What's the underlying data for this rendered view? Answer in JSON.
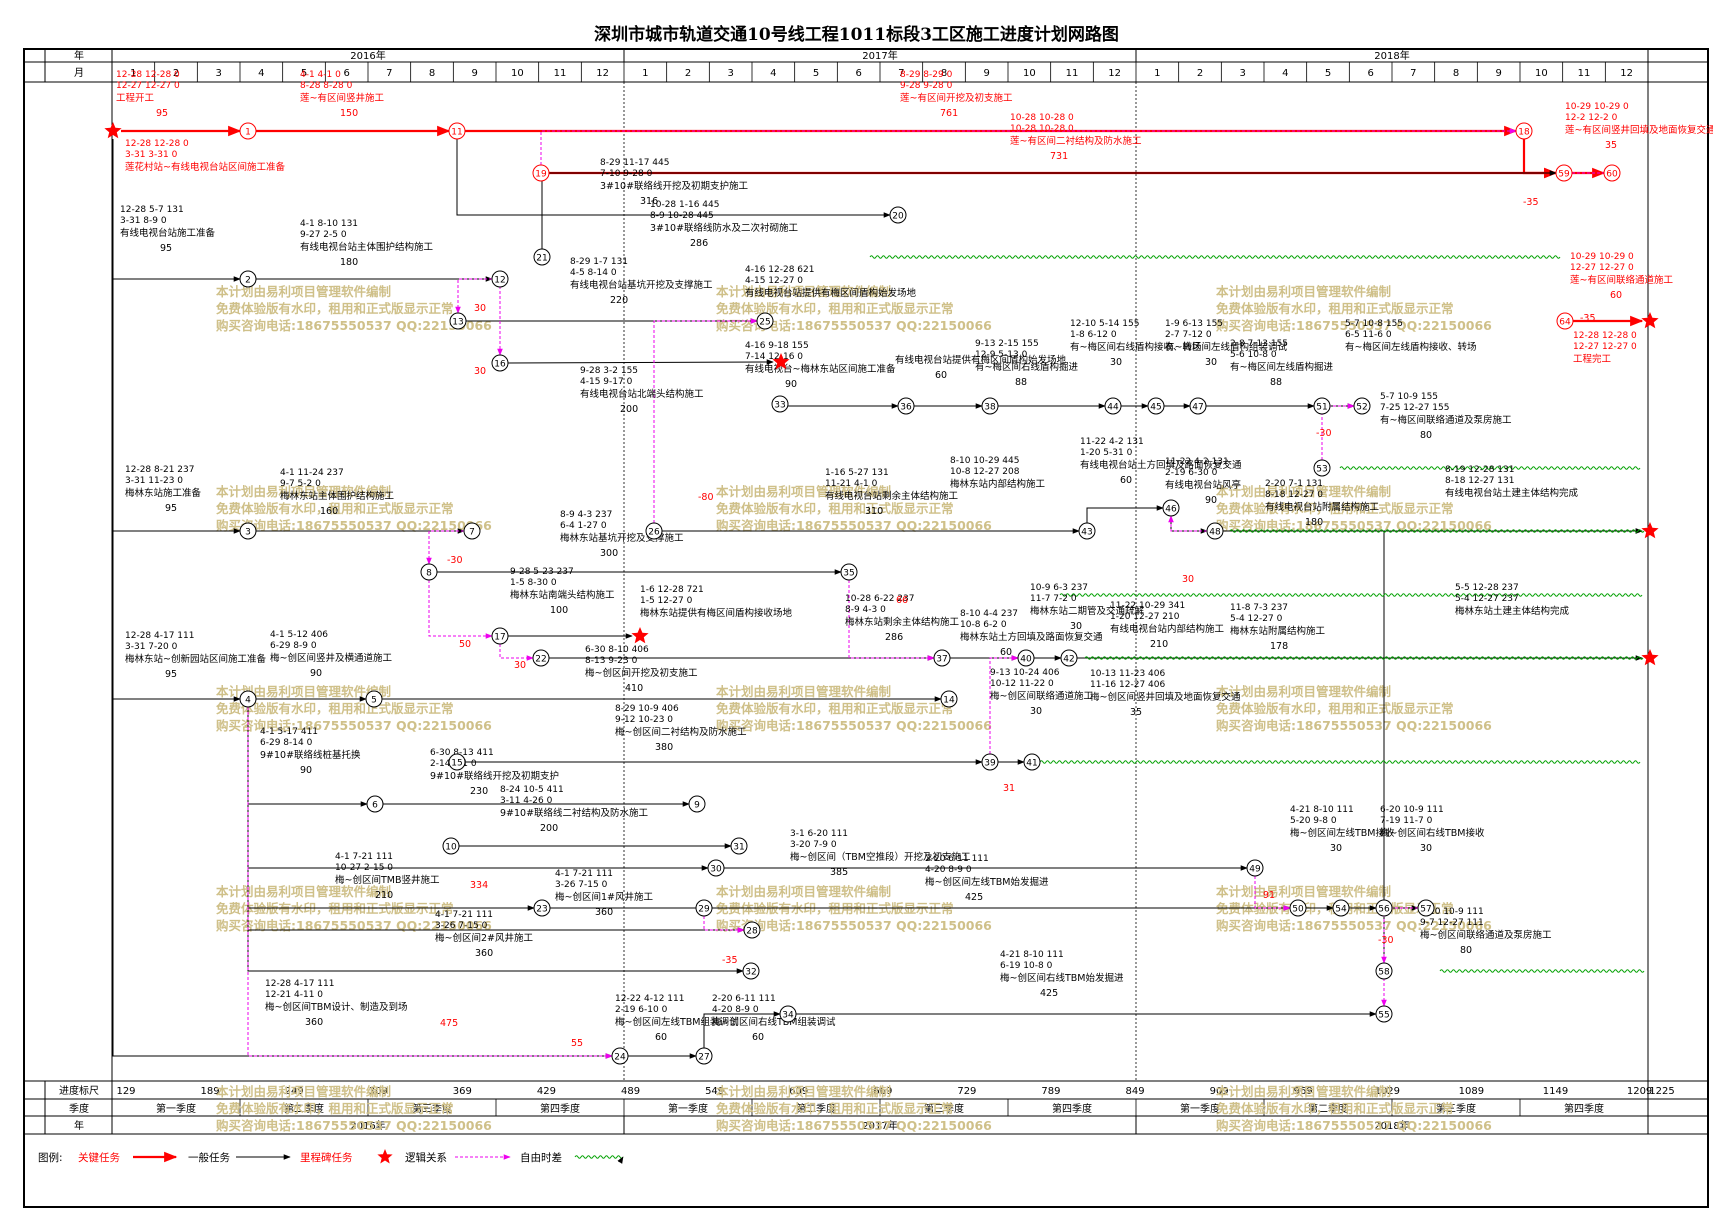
{
  "title": "深圳市城市轨道交通10号线工程1011标段3工区施工进度计划网路图",
  "header": {
    "row_year": "年",
    "row_month": "月",
    "years": [
      "2016年",
      "2017年",
      "2018年"
    ],
    "months": [
      "1",
      "2",
      "3",
      "4",
      "5",
      "6",
      "7",
      "8",
      "9",
      "10",
      "11",
      "12",
      "1",
      "2",
      "3",
      "4",
      "5",
      "6",
      "7",
      "8",
      "9",
      "10",
      "11",
      "12",
      "1",
      "2",
      "3",
      "4",
      "5",
      "6",
      "7",
      "8",
      "9",
      "10",
      "11",
      "12"
    ]
  },
  "footer": {
    "row_scale": "进度标尺",
    "row_quarter": "季度",
    "row_year": "年",
    "scale": [
      "129",
      "189",
      "249",
      "309",
      "369",
      "429",
      "489",
      "549",
      "609",
      "669",
      "729",
      "789",
      "849",
      "909",
      "969",
      "1029",
      "1089",
      "1149",
      "1209",
      "1225"
    ],
    "quarters": [
      "第一季度",
      "第二季度",
      "第三季度",
      "第四季度",
      "第一季度",
      "第二季度",
      "第三季度",
      "第四季度",
      "第一季度",
      "第二季度",
      "第三季度",
      "第四季度"
    ],
    "years": [
      "2016年",
      "2017年",
      "2018年"
    ]
  },
  "watermark": [
    "本计划由易利项目管理软件编制",
    "免费体验版有水印，租用和正式版显示正常",
    "购买咨询电话:18675550537 QQ:22150066"
  ],
  "legend": {
    "label": "图例:",
    "items": [
      "关键任务",
      "一般任务",
      "里程碑任务",
      "逻辑关系",
      "自由时差"
    ]
  },
  "colors": {
    "critical": "#ff0000",
    "normal": "#000000",
    "logic": "#ee00ee",
    "float": "#00a000",
    "watermark": "#cfc089"
  },
  "nodes": [
    {
      "n": "1"
    },
    {
      "n": "2"
    },
    {
      "n": "3"
    },
    {
      "n": "4"
    },
    {
      "n": "5"
    },
    {
      "n": "6"
    },
    {
      "n": "7"
    },
    {
      "n": "8"
    },
    {
      "n": "9"
    },
    {
      "n": "10"
    },
    {
      "n": "11"
    },
    {
      "n": "12"
    },
    {
      "n": "13"
    },
    {
      "n": "14"
    },
    {
      "n": "15"
    },
    {
      "n": "16"
    },
    {
      "n": "17"
    },
    {
      "n": "18"
    },
    {
      "n": "19"
    },
    {
      "n": "20"
    },
    {
      "n": "21"
    },
    {
      "n": "22"
    },
    {
      "n": "23"
    },
    {
      "n": "24"
    },
    {
      "n": "25"
    },
    {
      "n": "26"
    },
    {
      "n": "27"
    },
    {
      "n": "28"
    },
    {
      "n": "29"
    },
    {
      "n": "30"
    },
    {
      "n": "31"
    },
    {
      "n": "32"
    },
    {
      "n": "33"
    },
    {
      "n": "34"
    },
    {
      "n": "35"
    },
    {
      "n": "36"
    },
    {
      "n": "37"
    },
    {
      "n": "38"
    },
    {
      "n": "39"
    },
    {
      "n": "40"
    },
    {
      "n": "41"
    },
    {
      "n": "42"
    },
    {
      "n": "43"
    },
    {
      "n": "44"
    },
    {
      "n": "45"
    },
    {
      "n": "46"
    },
    {
      "n": "47"
    },
    {
      "n": "48"
    },
    {
      "n": "49"
    },
    {
      "n": "50"
    },
    {
      "n": "51"
    },
    {
      "n": "52"
    },
    {
      "n": "53"
    },
    {
      "n": "54"
    },
    {
      "n": "55"
    },
    {
      "n": "56"
    },
    {
      "n": "57"
    },
    {
      "n": "58"
    },
    {
      "n": "59"
    },
    {
      "n": "60"
    },
    {
      "n": "64"
    }
  ],
  "tasks": [
    {
      "name": "工程开工",
      "duration": "95",
      "dates": [
        "12-28",
        "12-28",
        "0",
        "12-27",
        "12-27",
        "0"
      ]
    },
    {
      "name": "莲~有区间竖井施工",
      "duration": "150",
      "dates": [
        "4-1",
        "4-1",
        "0",
        "8-28",
        "8-28",
        "0"
      ]
    },
    {
      "name": "莲~有区间开挖及初支施工",
      "duration": "761",
      "dates": [
        "8-29",
        "8-29",
        "0",
        "9-28",
        "9-28",
        "0"
      ]
    },
    {
      "name": "莲~有区间二衬结构及防水施工",
      "duration": "731",
      "dates": [
        "10-28",
        "10-28",
        "0",
        "10-28",
        "10-28",
        "0"
      ]
    },
    {
      "name": "莲花村站~有线电视台站区间施工准备",
      "duration": "",
      "dates": [
        "12-28",
        "12-28",
        "0",
        "3-31",
        "3-31",
        "0"
      ]
    },
    {
      "name": "3#10#联络线开挖及初期支护施工",
      "duration": "316",
      "dates": [
        "8-29",
        "11-17",
        "445",
        "7-10",
        "9-28",
        "0"
      ]
    },
    {
      "name": "3#10#联络线防水及二次衬砌施工",
      "duration": "286",
      "dates": [
        "10-28",
        "1-16",
        "445",
        "8-9",
        "10-28",
        "445"
      ]
    },
    {
      "name": "有线电视台站施工准备",
      "duration": "95",
      "dates": [
        "12-28",
        "5-7",
        "131",
        "3-31",
        "8-9",
        "0"
      ]
    },
    {
      "name": "有线电视台站主体围护结构施工",
      "duration": "180",
      "dates": [
        "4-1",
        "8-10",
        "131",
        "9-27",
        "2-5",
        "0"
      ]
    },
    {
      "name": "有线电视台站基坑开挖及支撑施工",
      "duration": "220",
      "dates": [
        "8-29",
        "1-7",
        "131",
        "4-5",
        "8-14",
        "0"
      ]
    },
    {
      "name": "有线电视台站提供有梅区间盾构始发场地",
      "duration": "",
      "dates": [
        "4-16",
        "12-28",
        "621",
        "4-15",
        "12-27",
        "0"
      ]
    },
    {
      "name": "有线电视台站北端头结构施工",
      "duration": "200",
      "dates": [
        "9-28",
        "3-2",
        "155",
        "4-15",
        "9-17",
        "0"
      ]
    },
    {
      "name": "有线电视台~梅林东站区间施工准备",
      "duration": "90",
      "dates": [
        "4-16",
        "9-18",
        "155",
        "7-14",
        "12-16",
        "0"
      ]
    },
    {
      "name": "有线电视台站提供有梅区间盾构始发场地",
      "duration": "60",
      "dates": []
    },
    {
      "name": "有~梅区间右线盾构掘进",
      "duration": "88",
      "dates": [
        "9-13",
        "2-15",
        "155",
        "12-9",
        "5-13",
        "0"
      ]
    },
    {
      "name": "有~梅区间右线盾构接收、转场",
      "duration": "30",
      "dates": [
        "12-10",
        "5-14",
        "155",
        "1-8",
        "6-12",
        "0"
      ]
    },
    {
      "name": "有~梅区间左线盾构组装调试",
      "duration": "30",
      "dates": [
        "1-9",
        "6-13",
        "155",
        "2-7",
        "7-12",
        "0"
      ]
    },
    {
      "name": "有~梅区间左线盾构掘进",
      "duration": "88",
      "dates": [
        "2-8",
        "7-13",
        "155",
        "5-6",
        "10-8",
        "0"
      ]
    },
    {
      "name": "有~梅区间左线盾构接收、转场",
      "duration": "",
      "dates": [
        "5-7",
        "10-8",
        "155",
        "6-5",
        "11-6",
        "0"
      ]
    },
    {
      "name": "有~梅区间联络通道及泵房施工",
      "duration": "80",
      "dates": [
        "5-7",
        "10-9",
        "155",
        "7-25",
        "12-27",
        "155"
      ]
    },
    {
      "name": "有线电视台站土方回填及路面恢复交通",
      "duration": "60",
      "dates": [
        "11-22",
        "4-2",
        "131",
        "1-20",
        "5-31",
        "0"
      ]
    },
    {
      "name": "有线电视台站风亭",
      "duration": "90",
      "dates": [
        "11-22",
        "4-2",
        "131",
        "2-19",
        "6-30",
        "0"
      ]
    },
    {
      "name": "有线电视台站附属结构施工",
      "duration": "180",
      "dates": [
        "2-20",
        "7-1",
        "131",
        "8-18",
        "12-27",
        "0"
      ]
    },
    {
      "name": "有线电视台站土建主体结构完成",
      "duration": "",
      "dates": [
        "8-19",
        "12-28",
        "131",
        "8-18",
        "12-27",
        "131"
      ]
    },
    {
      "name": "梅林东站施工准备",
      "duration": "95",
      "dates": [
        "12-28",
        "8-21",
        "237",
        "3-31",
        "11-23",
        "0"
      ]
    },
    {
      "name": "梅林东站主体围护结构施工",
      "duration": "160",
      "dates": [
        "4-1",
        "11-24",
        "237",
        "9-7",
        "5-2",
        "0"
      ]
    },
    {
      "name": "有线电视台站剩余主体结构施工",
      "duration": "310",
      "dates": [
        "1-16",
        "5-27",
        "131",
        "11-21",
        "4-1",
        "0"
      ]
    },
    {
      "name": "梅林东站内部结构施工",
      "duration": "",
      "dates": [
        "8-10",
        "10-29",
        "445",
        "10-8",
        "12-27",
        "208"
      ]
    },
    {
      "name": "梅林东站基坑开挖及支撑施工",
      "duration": "300",
      "dates": [
        "8-9",
        "4-3",
        "237",
        "6-4",
        "1-27",
        "0"
      ]
    },
    {
      "name": "梅林东站南端头结构施工",
      "duration": "100",
      "dates": [
        "9-28",
        "5-23",
        "237",
        "1-5",
        "8-30",
        "0"
      ]
    },
    {
      "name": "梅林东站提供有梅区间盾构接收场地",
      "duration": "",
      "dates": [
        "1-6",
        "12-28",
        "721",
        "1-5",
        "12-27",
        "0"
      ]
    },
    {
      "name": "梅林东站剩余主体结构施工",
      "duration": "286",
      "dates": [
        "10-28",
        "6-22",
        "237",
        "8-9",
        "4-3",
        "0"
      ]
    },
    {
      "name": "梅林东站土方回填及路面恢复交通",
      "duration": "60",
      "dates": [
        "8-10",
        "4-4",
        "237",
        "10-8",
        "6-2",
        "0"
      ]
    },
    {
      "name": "梅林东站二期管及交通疏解",
      "duration": "30",
      "dates": [
        "10-9",
        "6-3",
        "237",
        "11-7",
        "7-2",
        "0"
      ]
    },
    {
      "name": "有线电视台站内部结构施工",
      "duration": "210",
      "dates": [
        "11-22",
        "10-29",
        "341",
        "1-20",
        "12-27",
        "210"
      ]
    },
    {
      "name": "梅林东站附属结构施工",
      "duration": "178",
      "dates": [
        "11-8",
        "7-3",
        "237",
        "5-4",
        "12-27",
        "0"
      ]
    },
    {
      "name": "梅林东站土建主体结构完成",
      "duration": "",
      "dates": [
        "5-5",
        "12-28",
        "237",
        "5-4",
        "12-27",
        "237"
      ]
    },
    {
      "name": "梅林东站~创新园站区间施工准备",
      "duration": "95",
      "dates": [
        "12-28",
        "4-17",
        "111",
        "3-31",
        "7-20",
        "0"
      ]
    },
    {
      "name": "梅~创区间竖井及横通道施工",
      "duration": "90",
      "dates": [
        "4-1",
        "5-12",
        "406",
        "6-29",
        "8-9",
        "0"
      ]
    },
    {
      "name": "梅~创区间开挖及初支施工",
      "duration": "410",
      "dates": [
        "6-30",
        "8-10",
        "406",
        "8-13",
        "9-23",
        "0"
      ]
    },
    {
      "name": "梅~创区间联络通道施工",
      "duration": "30",
      "dates": [
        "9-13",
        "10-24",
        "406",
        "10-12",
        "11-22",
        "0"
      ]
    },
    {
      "name": "梅~创区间竖井回填及地面恢复交通",
      "duration": "35",
      "dates": [
        "10-13",
        "11-23",
        "406",
        "11-16",
        "12-27",
        "406"
      ]
    },
    {
      "name": "梅~创区间二衬结构及防水施工",
      "duration": "380",
      "dates": [
        "8-29",
        "10-9",
        "406",
        "9-12",
        "10-23",
        "0"
      ]
    },
    {
      "name": "9#10#联络线桩基托换",
      "duration": "90",
      "dates": [
        "4-1",
        "5-17",
        "411",
        "6-29",
        "8-14",
        "0"
      ]
    },
    {
      "name": "9#10#联络线开挖及初期支护",
      "duration": "230",
      "dates": [
        "6-30",
        "8-13",
        "411",
        "2-14",
        "4-1",
        "0"
      ]
    },
    {
      "name": "9#10#联络线二衬结构及防水施工",
      "duration": "200",
      "dates": [
        "8-24",
        "10-5",
        "411",
        "3-11",
        "4-26",
        "0"
      ]
    },
    {
      "name": "梅~创区间（TBM空推段）开挖及初支施工",
      "duration": "385",
      "dates": [
        "3-1",
        "6-20",
        "111",
        "3-20",
        "7-9",
        "0"
      ]
    },
    {
      "name": "梅~创区间TMB竖井施工",
      "duration": "210",
      "dates": [
        "4-1",
        "7-21",
        "111",
        "10-27",
        "2-15",
        "0"
      ]
    },
    {
      "name": "梅~创区间1#风井施工",
      "duration": "360",
      "dates": [
        "4-1",
        "7-21",
        "111",
        "3-26",
        "7-15",
        "0"
      ]
    },
    {
      "name": "梅~创区间2#风井施工",
      "duration": "360",
      "dates": [
        "4-1",
        "7-21",
        "111",
        "3-26",
        "7-15",
        "0"
      ]
    },
    {
      "name": "梅~创区间左线TBM始发掘进",
      "duration": "425",
      "dates": [
        "2-20",
        "6-11",
        "111",
        "4-20",
        "8-9",
        "0"
      ]
    },
    {
      "name": "梅~创区间左线TBM接收",
      "duration": "30",
      "dates": [
        "4-21",
        "8-10",
        "111",
        "5-20",
        "9-8",
        "0"
      ]
    },
    {
      "name": "梅~创区间右线TBM接收",
      "duration": "30",
      "dates": [
        "6-20",
        "10-9",
        "111",
        "7-19",
        "11-7",
        "0"
      ]
    },
    {
      "name": "梅~创区间联络通道及泵房施工",
      "duration": "80",
      "dates": [
        "6-20",
        "10-9",
        "111",
        "9-7",
        "12-27",
        "111"
      ]
    },
    {
      "name": "梅~创区间左线TBM组装调试",
      "duration": "60",
      "dates": [
        "12-22",
        "4-12",
        "111",
        "2-19",
        "6-10",
        "0"
      ]
    },
    {
      "name": "梅~创区间右线TBM组装调试",
      "duration": "60",
      "dates": [
        "2-20",
        "6-11",
        "111",
        "4-20",
        "8-9",
        "0"
      ]
    },
    {
      "name": "梅~创区间右线TBM始发掘进",
      "duration": "425",
      "dates": [
        "4-21",
        "8-10",
        "111",
        "6-19",
        "10-8",
        "0"
      ]
    },
    {
      "name": "梅~创区间TBM设计、制造及到场",
      "duration": "360",
      "dates": [
        "12-28",
        "4-17",
        "111",
        "12-21",
        "4-11",
        "0"
      ]
    },
    {
      "name": "莲~有区间竖井回填及地面恢复交通",
      "duration": "35",
      "dates": [
        "10-29",
        "10-29",
        "0",
        "12-2",
        "12-2",
        "0"
      ]
    },
    {
      "name": "莲~有区间联络通道施工",
      "duration": "60",
      "dates": [
        "10-29",
        "10-29",
        "0",
        "12-27",
        "12-27",
        "0"
      ]
    },
    {
      "name": "工程完工",
      "duration": "",
      "dates": [
        "12-28",
        "12-28",
        "0",
        "12-27",
        "12-27",
        "0"
      ]
    }
  ],
  "misc_labels": [
    "30",
    "30",
    "-30",
    "-80",
    "30",
    "-30",
    "66",
    "50",
    "30",
    "31",
    "91",
    "-35",
    "475",
    "55",
    "334",
    "-35",
    "-30",
    "-35"
  ]
}
